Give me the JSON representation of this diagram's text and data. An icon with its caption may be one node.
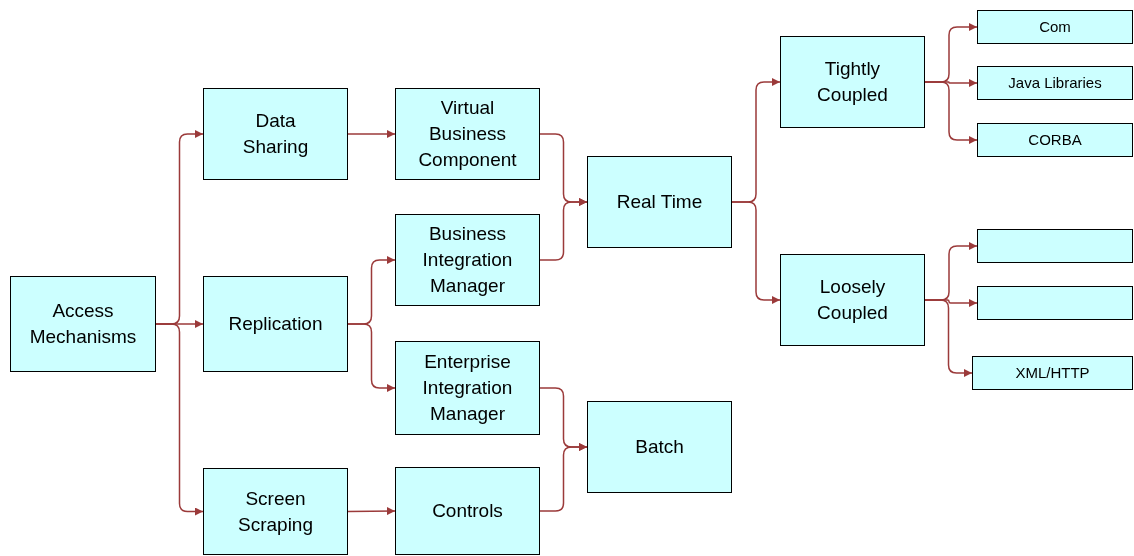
{
  "diagram": {
    "nodes": [
      {
        "text": [
          "Access Mechanisms"
        ]
      },
      {
        "text": [
          "Data Sharing"
        ]
      },
      {
        "text": [
          "Replication"
        ]
      },
      {
        "text": [
          "Screen Scraping"
        ]
      },
      {
        "text": [
          "Virtual Business Component"
        ]
      },
      {
        "text": [
          "Business Integration Manager"
        ]
      },
      {
        "text": [
          "Enterprise Integration Manager"
        ]
      },
      {
        "text": [
          "Controls"
        ]
      },
      {
        "text": [
          "Real Time"
        ]
      },
      {
        "text": [
          "Batch"
        ]
      },
      {
        "text": [
          "Tightly Coupled"
        ]
      },
      {
        "text": [
          "Loosely Coupled"
        ]
      },
      {
        "text": [
          "Com"
        ]
      },
      {
        "text": [
          "Java Libraries"
        ]
      },
      {
        "text": [
          "CORBA"
        ]
      },
      {
        "text": [],
        "shape": "box"
      },
      {
        "text": [],
        "shape": "box"
      },
      {
        "text": [
          "XML/HTTP"
        ]
      }
    ],
    "edges": [
      {
        "from": 0,
        "to": 1,
        "arrow": "to"
      },
      {
        "from": 0,
        "to": 2,
        "arrow": "to"
      },
      {
        "from": 0,
        "to": 3,
        "arrow": "to"
      },
      {
        "from": 1,
        "to": 4,
        "arrow": "to"
      },
      {
        "from": 2,
        "to": 5,
        "arrow": "to"
      },
      {
        "from": 2,
        "to": 6,
        "arrow": "to"
      },
      {
        "from": 3,
        "to": 7,
        "arrow": "to"
      },
      {
        "from": 4,
        "to": 8,
        "arrow": "to"
      },
      {
        "from": 5,
        "to": 8,
        "arrow": "to"
      },
      {
        "from": 6,
        "to": 9,
        "arrow": "to"
      },
      {
        "from": 7,
        "to": 9,
        "arrow": "to"
      },
      {
        "from": 8,
        "to": 10,
        "arrow": "to"
      },
      {
        "from": 8,
        "to": 11,
        "arrow": "to"
      },
      {
        "from": 10,
        "to": 12,
        "arrow": "to"
      },
      {
        "from": 10,
        "to": 13,
        "arrow": "to"
      },
      {
        "from": 10,
        "to": 14,
        "arrow": "to"
      },
      {
        "from": 11,
        "to": 15,
        "arrow": "to"
      },
      {
        "from": 11,
        "to": 16,
        "arrow": "to"
      },
      {
        "from": 11,
        "to": 17,
        "arrow": "to"
      }
    ]
  }
}
